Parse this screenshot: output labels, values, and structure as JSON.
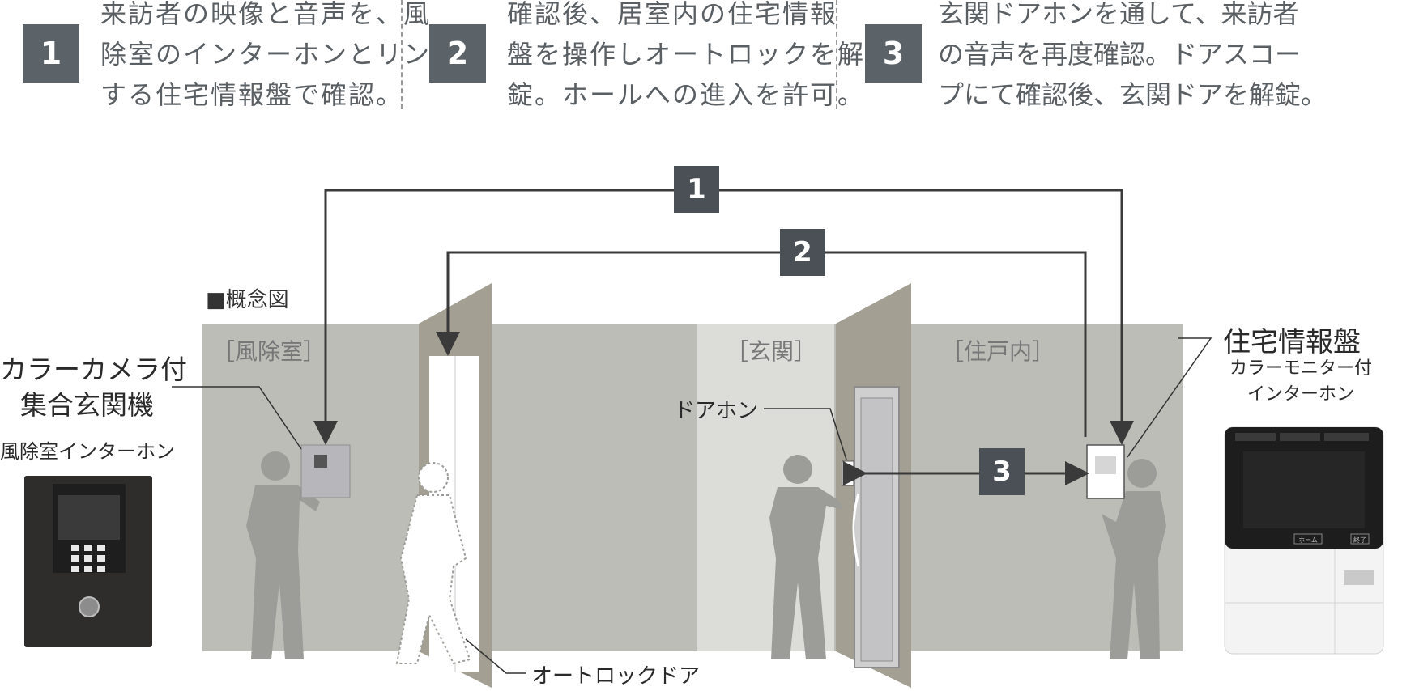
{
  "steps": [
    {
      "num": "1",
      "lines": [
        "来訪者の映像と音声を、風",
        "除室のインターホンとリンク",
        "する住宅情報盤で確認。"
      ]
    },
    {
      "num": "2",
      "lines": [
        "確認後、居室内の住宅情報",
        "盤を操作しオートロックを解",
        "錠。ホールへの進入を許可。"
      ]
    },
    {
      "num": "3",
      "lines": [
        "玄関ドアホンを通して、来訪者",
        "の音声を再度確認。ドアスコー",
        "プにて確認後、玄関ドアを解錠。"
      ]
    }
  ],
  "diagram": {
    "concept_label": "■概念図",
    "rooms": {
      "windbreak": "［風除室］",
      "entrance": "［玄関］",
      "inside": "［住戸内］"
    },
    "badges": [
      "1",
      "2",
      "3"
    ],
    "left_device": {
      "title_line1": "カラーカメラ付",
      "title_line2": "集合玄関機",
      "subtitle": "風除室インターホン"
    },
    "right_device": {
      "title": "住宅情報盤",
      "subtitle_line1": "カラーモニター付",
      "subtitle_line2": "インターホン"
    },
    "door_phone_label": "ドアホン",
    "autolock_label": "オートロックドア",
    "monitor_buttons": {
      "home": "ホーム",
      "end": "終了"
    }
  },
  "colors": {
    "badge": "#4a5055",
    "wall": "#bdbdb8",
    "wall_light": "#d9d9d6",
    "door_panel": "#a39f93",
    "silhouette": "#9c9c98",
    "line": "#3a3a3a"
  }
}
